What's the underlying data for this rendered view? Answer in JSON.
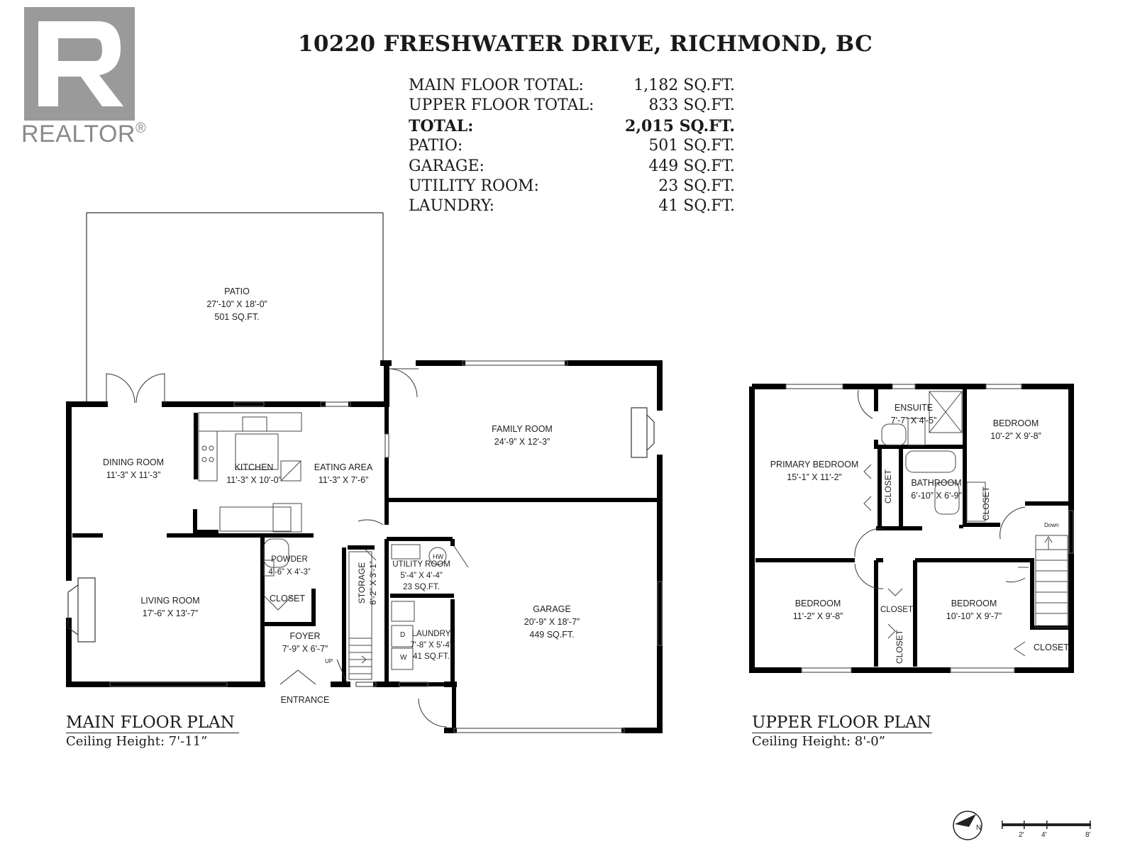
{
  "logo": {
    "text": "REALTOR",
    "reg_mark": "®"
  },
  "title": "10220 FRESHWATER DRIVE, RICHMOND, BC",
  "area_summary": [
    {
      "label": "MAIN FLOOR TOTAL:",
      "value": "1,182 SQ.FT.",
      "bold": false
    },
    {
      "label": "UPPER FLOOR TOTAL:",
      "value": "833 SQ.FT.",
      "bold": false
    },
    {
      "label": "TOTAL:",
      "value": "2,015 SQ.FT.",
      "bold": true
    },
    {
      "label": "PATIO:",
      "value": "501 SQ.FT.",
      "bold": false
    },
    {
      "label": "GARAGE:",
      "value": "449 SQ.FT.",
      "bold": false
    },
    {
      "label": "UTILITY ROOM:",
      "value": "23 SQ.FT.",
      "bold": false
    },
    {
      "label": "LAUNDRY:",
      "value": "41 SQ.FT.",
      "bold": false
    }
  ],
  "main_floor": {
    "title": "MAIN FLOOR PLAN",
    "ceiling": "Ceiling Height: 7'-11”",
    "rooms": {
      "patio": {
        "name": "PATIO",
        "dims": "27'-10” X 18'-0”",
        "area": "501 SQ.FT."
      },
      "family_room": {
        "name": "FAMILY ROOM",
        "dims": "24'-9” X 12'-3”"
      },
      "dining_room": {
        "name": "DINING ROOM",
        "dims": "11'-3” X 11'-3”"
      },
      "kitchen": {
        "name": "KITCHEN",
        "dims": "11'-3” X 10'-0”"
      },
      "eating_area": {
        "name": "EATING AREA",
        "dims": "11'-3” X 7'-6”"
      },
      "living_room": {
        "name": "LIVING ROOM",
        "dims": "17'-6” X 13'-7”"
      },
      "powder": {
        "name": "POWDER",
        "dims": "4'-6” X 4'-3”"
      },
      "closet": {
        "name": "CLOSET"
      },
      "foyer": {
        "name": "FOYER",
        "dims": "7'-9” X 6'-7”"
      },
      "storage": {
        "name": "STORAGE",
        "dims": "6'-2” X 3'-1”"
      },
      "utility_room": {
        "name": "UTILITY ROOM",
        "dims": "5'-4” X 4'-4”",
        "area": "23 SQ.FT."
      },
      "laundry": {
        "name": "LAUNDRY",
        "dims": "7'-8” X 5'-4”",
        "area": "41 SQ.FT."
      },
      "garage": {
        "name": "GARAGE",
        "dims": "20'-9” X 18'-7”",
        "area": "449 SQ.FT."
      }
    },
    "entrance": "ENTRANCE",
    "up": "UP",
    "hw": "HW",
    "dryer": "D",
    "washer": "W"
  },
  "upper_floor": {
    "title": "UPPER FLOOR PLAN",
    "ceiling": "Ceiling Height: 8'-0”",
    "rooms": {
      "ensuite": {
        "name": "ENSUITE",
        "dims": "7'-7” X 4'-5”"
      },
      "bedroom_ne": {
        "name": "BEDROOM",
        "dims": "10'-2” X 9'-8”"
      },
      "primary_bedroom": {
        "name": "PRIMARY BEDROOM",
        "dims": "15'-1” X 11'-2”"
      },
      "bathroom": {
        "name": "BATHROOM",
        "dims": "6'-10” X 6'-9”"
      },
      "bedroom_sw": {
        "name": "BEDROOM",
        "dims": "11'-2” X 9'-8”"
      },
      "bedroom_se": {
        "name": "BEDROOM",
        "dims": "10'-10” X 9'-7”"
      }
    },
    "closet_label": "CLOSET",
    "down": "Down"
  },
  "scale_bar": {
    "ticks": [
      "2'",
      "4'",
      "8'"
    ]
  },
  "compass": {
    "north": "N"
  }
}
